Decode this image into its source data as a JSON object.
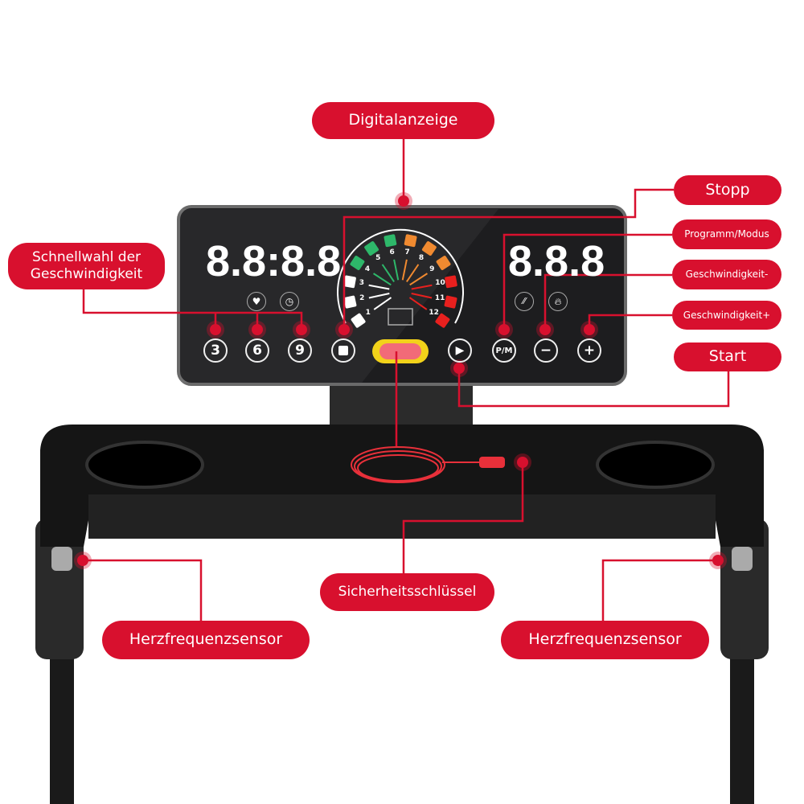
{
  "labels": {
    "display": "Digitalanzeige",
    "stop": "Stopp",
    "program_mode": "Programm/Modus",
    "speed_minus": "Geschwindigkeit-",
    "speed_plus": "Geschwindigkeit+",
    "start": "Start",
    "quick_speed": "Schnellwahl der Geschwindigkeit",
    "safety_key": "Sicherheitsschlüssel",
    "heart_rate_left": "Herzfrequenzsensor",
    "heart_rate_right": "Herzfrequenzsensor"
  },
  "console": {
    "left_readout": "8.8:8.8",
    "right_readout": "8.8.8",
    "quick_buttons": [
      "3",
      "6",
      "9"
    ],
    "pm_button": "P/M",
    "gauge_ticks": [
      "1",
      "2",
      "3",
      "4",
      "5",
      "6",
      "7",
      "8",
      "9",
      "10",
      "11",
      "12"
    ]
  },
  "colors": {
    "accent": "#d8102e",
    "gauge_white": "#ffffff",
    "gauge_green": "#2eb86a",
    "gauge_orange": "#f08a30",
    "gauge_red": "#e8201e",
    "safety_key_yellow": "#f2d21a"
  }
}
